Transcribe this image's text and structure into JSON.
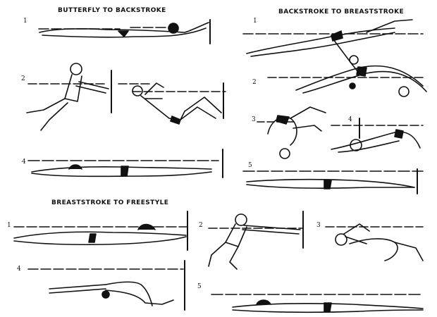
{
  "panels": {
    "butterfly_to_backstroke": {
      "title": "BUTTERFLY TO BACKSTROKE",
      "steps": [
        "1",
        "2",
        "4"
      ]
    },
    "backstroke_to_breaststroke": {
      "title": "BACKSTROKE TO BREASTSTROKE",
      "steps": [
        "1",
        "2",
        "3",
        "4",
        "5"
      ]
    },
    "breaststroke_to_freestyle": {
      "title": "BREASTSTROKE TO FREESTYLE",
      "steps": [
        "1",
        "2",
        "3",
        "4",
        "5"
      ]
    }
  },
  "colors": {
    "ink": "#111111",
    "paper": "#ffffff"
  }
}
